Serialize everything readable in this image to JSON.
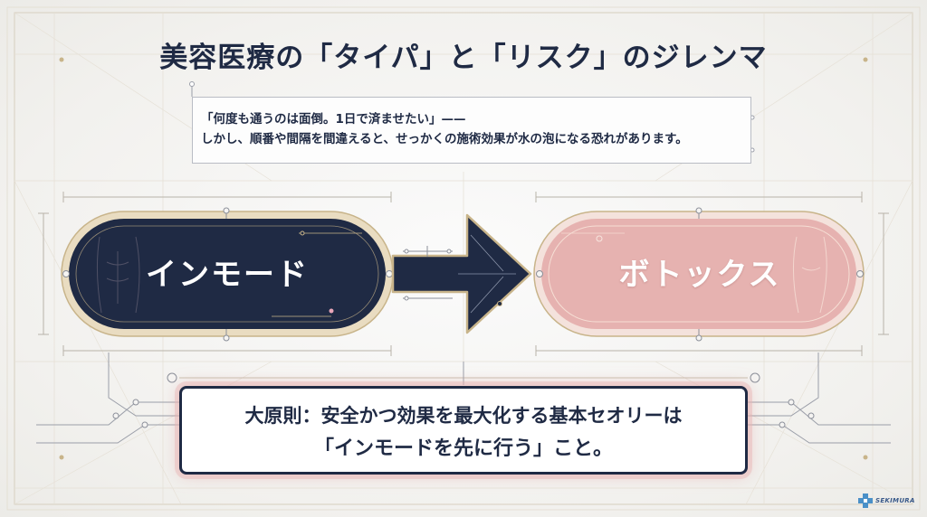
{
  "title": "美容医療の「タイパ」と「リスク」のジレンマ",
  "quote": {
    "line1": "「何度も通うのは面倒。1日で済ませたい」——",
    "line2": "しかし、順番や間隔を間違えると、せっかくの施術効果が水の泡になる恐れがあります。"
  },
  "flow": {
    "from_label": "インモード",
    "to_label": "ボトックス"
  },
  "principle": {
    "line1": "大原則：安全かつ効果を最大化する基本セオリーは",
    "line2": "「インモードを先に行う」こと。"
  },
  "logo": {
    "text": "SEKIMURA"
  },
  "colors": {
    "navy": "#1f2a44",
    "gold": "#c8b48a",
    "pink": "#e6b2b0",
    "accent_pink": "#e8a5b8"
  }
}
